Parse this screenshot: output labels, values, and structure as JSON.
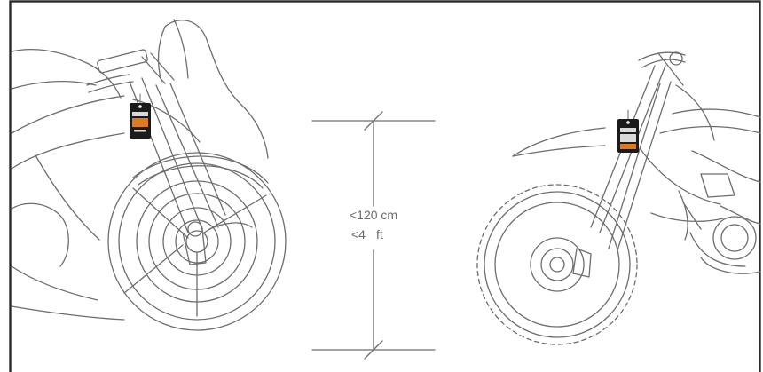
{
  "measurement": {
    "metric_label": "<120 cm",
    "imperial_value": "<4",
    "imperial_unit": "ft"
  },
  "colors": {
    "line": "#6d6d6d",
    "frame": "#2a2a2a",
    "tag_body": "#1b1b1b",
    "tag_accent": "#e07a1e",
    "tag_label": "#d9d9d9",
    "background": "#ffffff"
  }
}
